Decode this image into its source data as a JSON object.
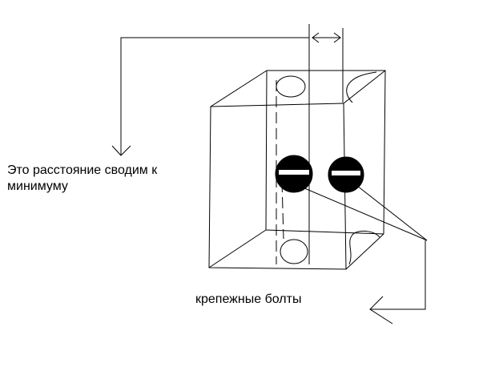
{
  "annotations": {
    "distance_line1": "Это расстояние сводим к",
    "distance_line2": "минимуму",
    "bolts": "крепежные болты"
  },
  "colors": {
    "ink": "#000000",
    "background": "#ffffff"
  }
}
